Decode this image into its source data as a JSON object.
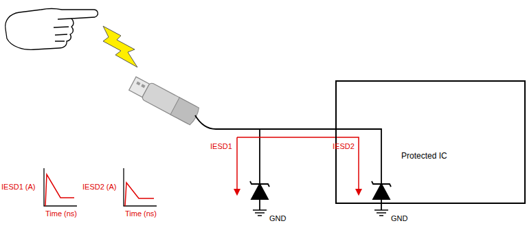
{
  "diagram": {
    "nodes": [
      {
        "text": [
          "Protected IC"
        ]
      }
    ],
    "labels": [
      "IESD1",
      "IESD2",
      "IESD1 (A)",
      "Time (ns)",
      "IESD2 (A)",
      "Time (ns)",
      "GND",
      "GND"
    ]
  }
}
